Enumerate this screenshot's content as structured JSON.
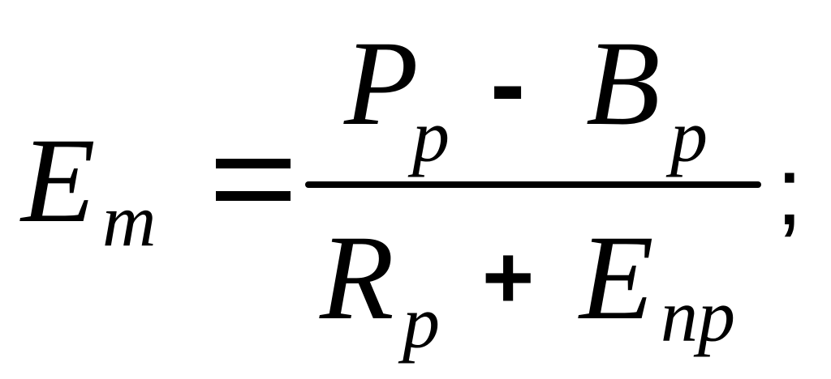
{
  "formula": {
    "lhs": {
      "base": "E",
      "subscript": "m"
    },
    "equals": "=",
    "numerator": {
      "term1": {
        "base": "P",
        "subscript": "p"
      },
      "operator": "-",
      "term2": {
        "base": "B",
        "subscript": "p"
      }
    },
    "denominator": {
      "term1": {
        "base": "R",
        "subscript": "p"
      },
      "operator": "+",
      "term2": {
        "base": "E",
        "subscript": "np"
      }
    },
    "terminator": ";"
  }
}
